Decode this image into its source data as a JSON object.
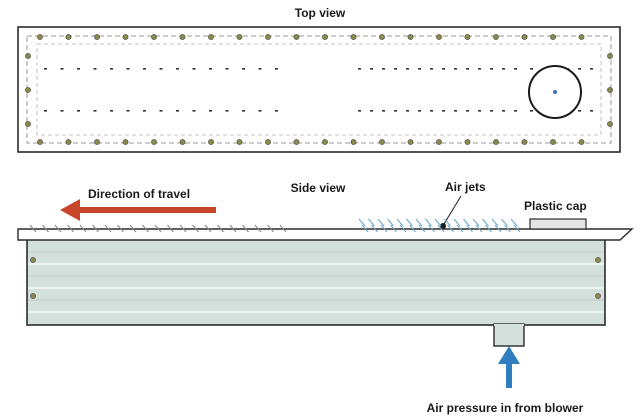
{
  "labels": {
    "top_view": "Top view",
    "side_view": "Side view",
    "direction": "Direction of travel",
    "air_jets": "Air jets",
    "plastic_cap": "Plastic cap",
    "air_pressure": "Air pressure in from blower"
  },
  "colors": {
    "outline": "#2b2b2b",
    "dashed_inset": "#9a9a9a",
    "bolt_fill": "#8a8a4a",
    "dot": "#333333",
    "body_fill": "#d3e0dc",
    "body_stripe": "#bccac6",
    "top_plate_fill": "#ffffff",
    "jet_color": "#6fa9c9",
    "direction_arrow": "#c8452a",
    "air_arrow": "#2f7ec0",
    "center_mark": "#3a6fc4"
  },
  "icons": {
    "direction": "left-arrow-icon",
    "air_in": "up-arrow-icon",
    "bolt": "bolt-icon",
    "jet": "air-jet-icon"
  }
}
